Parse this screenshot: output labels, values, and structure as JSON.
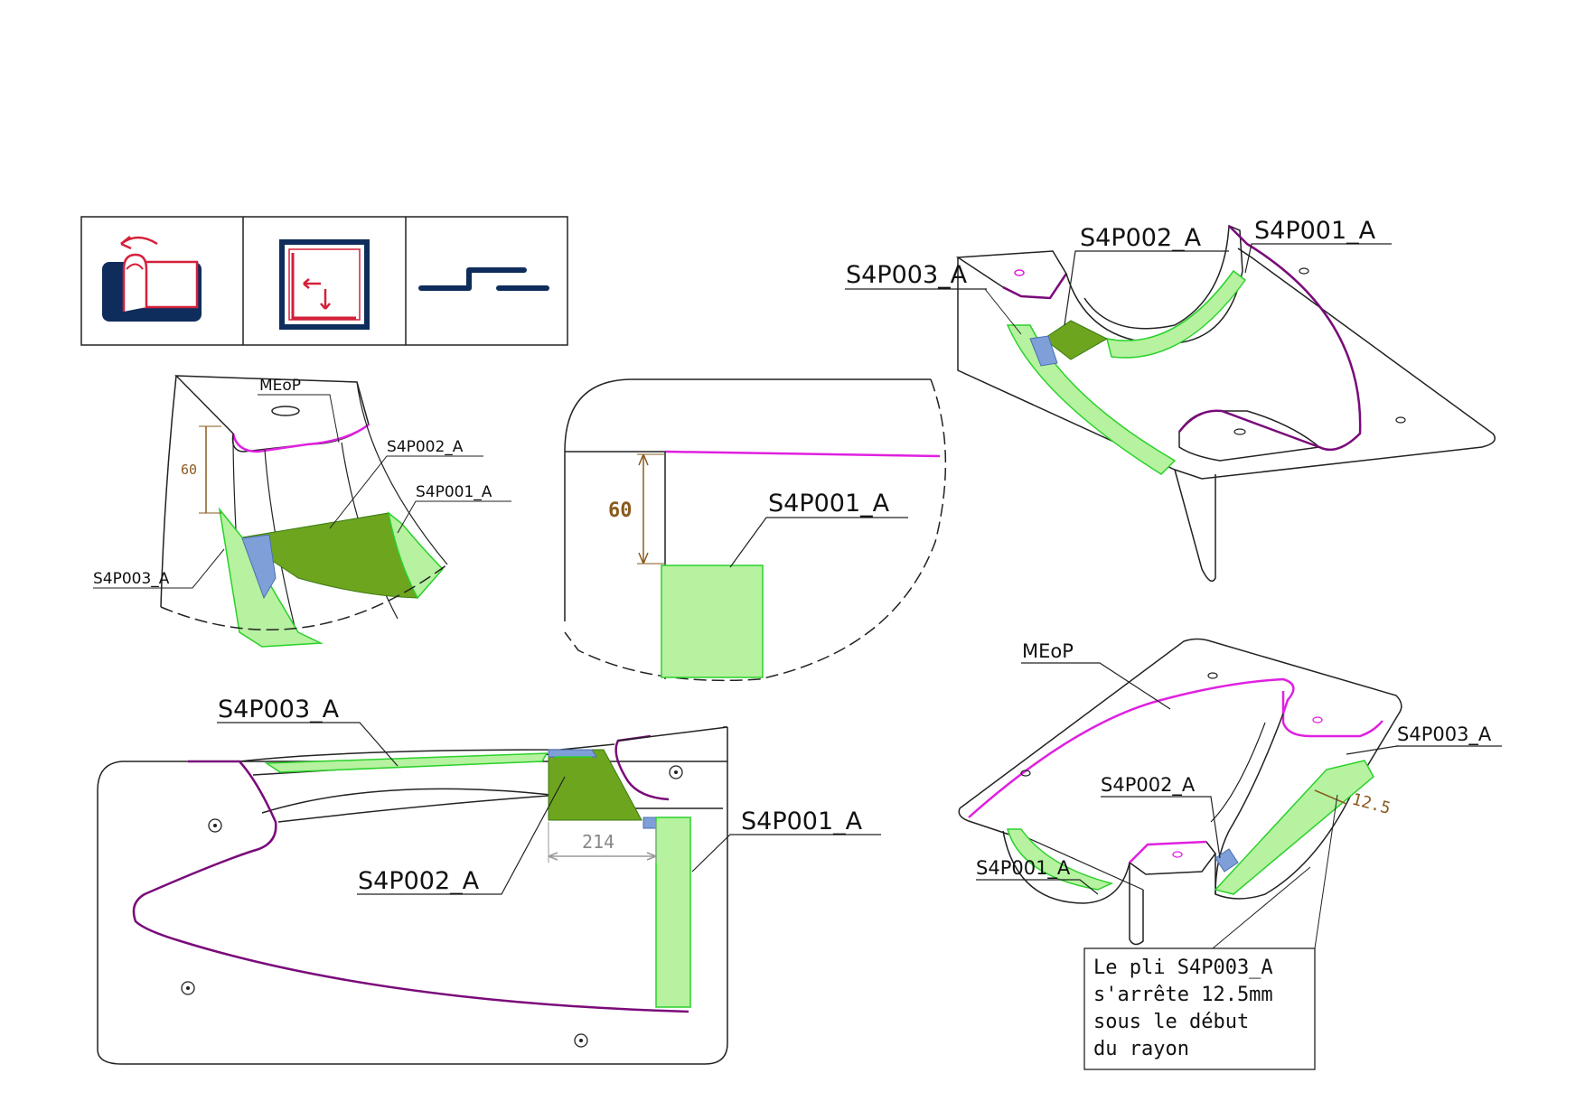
{
  "symbols": [
    {
      "icon": "drape-fold-icon"
    },
    {
      "icon": "corner-frame-icon"
    },
    {
      "icon": "step-ply-icon"
    }
  ],
  "colors": {
    "outline": "#1a1a1a",
    "edge_magenta": "#e020e0",
    "edge_purple": "#7a0a7a",
    "ply_light_green": "#b6f2a0",
    "ply_dark_green": "#6da51e",
    "ply_overlap_blue": "#7f9fd8",
    "dimension_brown": "#8a5a1e",
    "icon_navy": "#0f2d5c",
    "icon_red": "#d4203a"
  },
  "perspective_view": {
    "meop": "MEoP",
    "ply1": "S4P001_A",
    "ply2": "S4P002_A",
    "ply3": "S4P003_A",
    "dimension": "60"
  },
  "detail_view": {
    "ply1": "S4P001_A",
    "dimension": "60"
  },
  "top_right_view": {
    "ply1": "S4P001_A",
    "ply2": "S4P002_A",
    "ply3": "S4P003_A"
  },
  "flat_view": {
    "ply1": "S4P001_A",
    "ply2": "S4P002_A",
    "ply3": "S4P003_A",
    "dimension": "214"
  },
  "bottom_right_view": {
    "meop": "MEoP",
    "ply1": "S4P001_A",
    "ply2": "S4P002_A",
    "ply3": "S4P003_A",
    "dimension": "12.5",
    "note_lines": [
      "Le pli S4P003_A",
      "s'arrête 12.5mm",
      "sous le début",
      "du rayon"
    ]
  }
}
